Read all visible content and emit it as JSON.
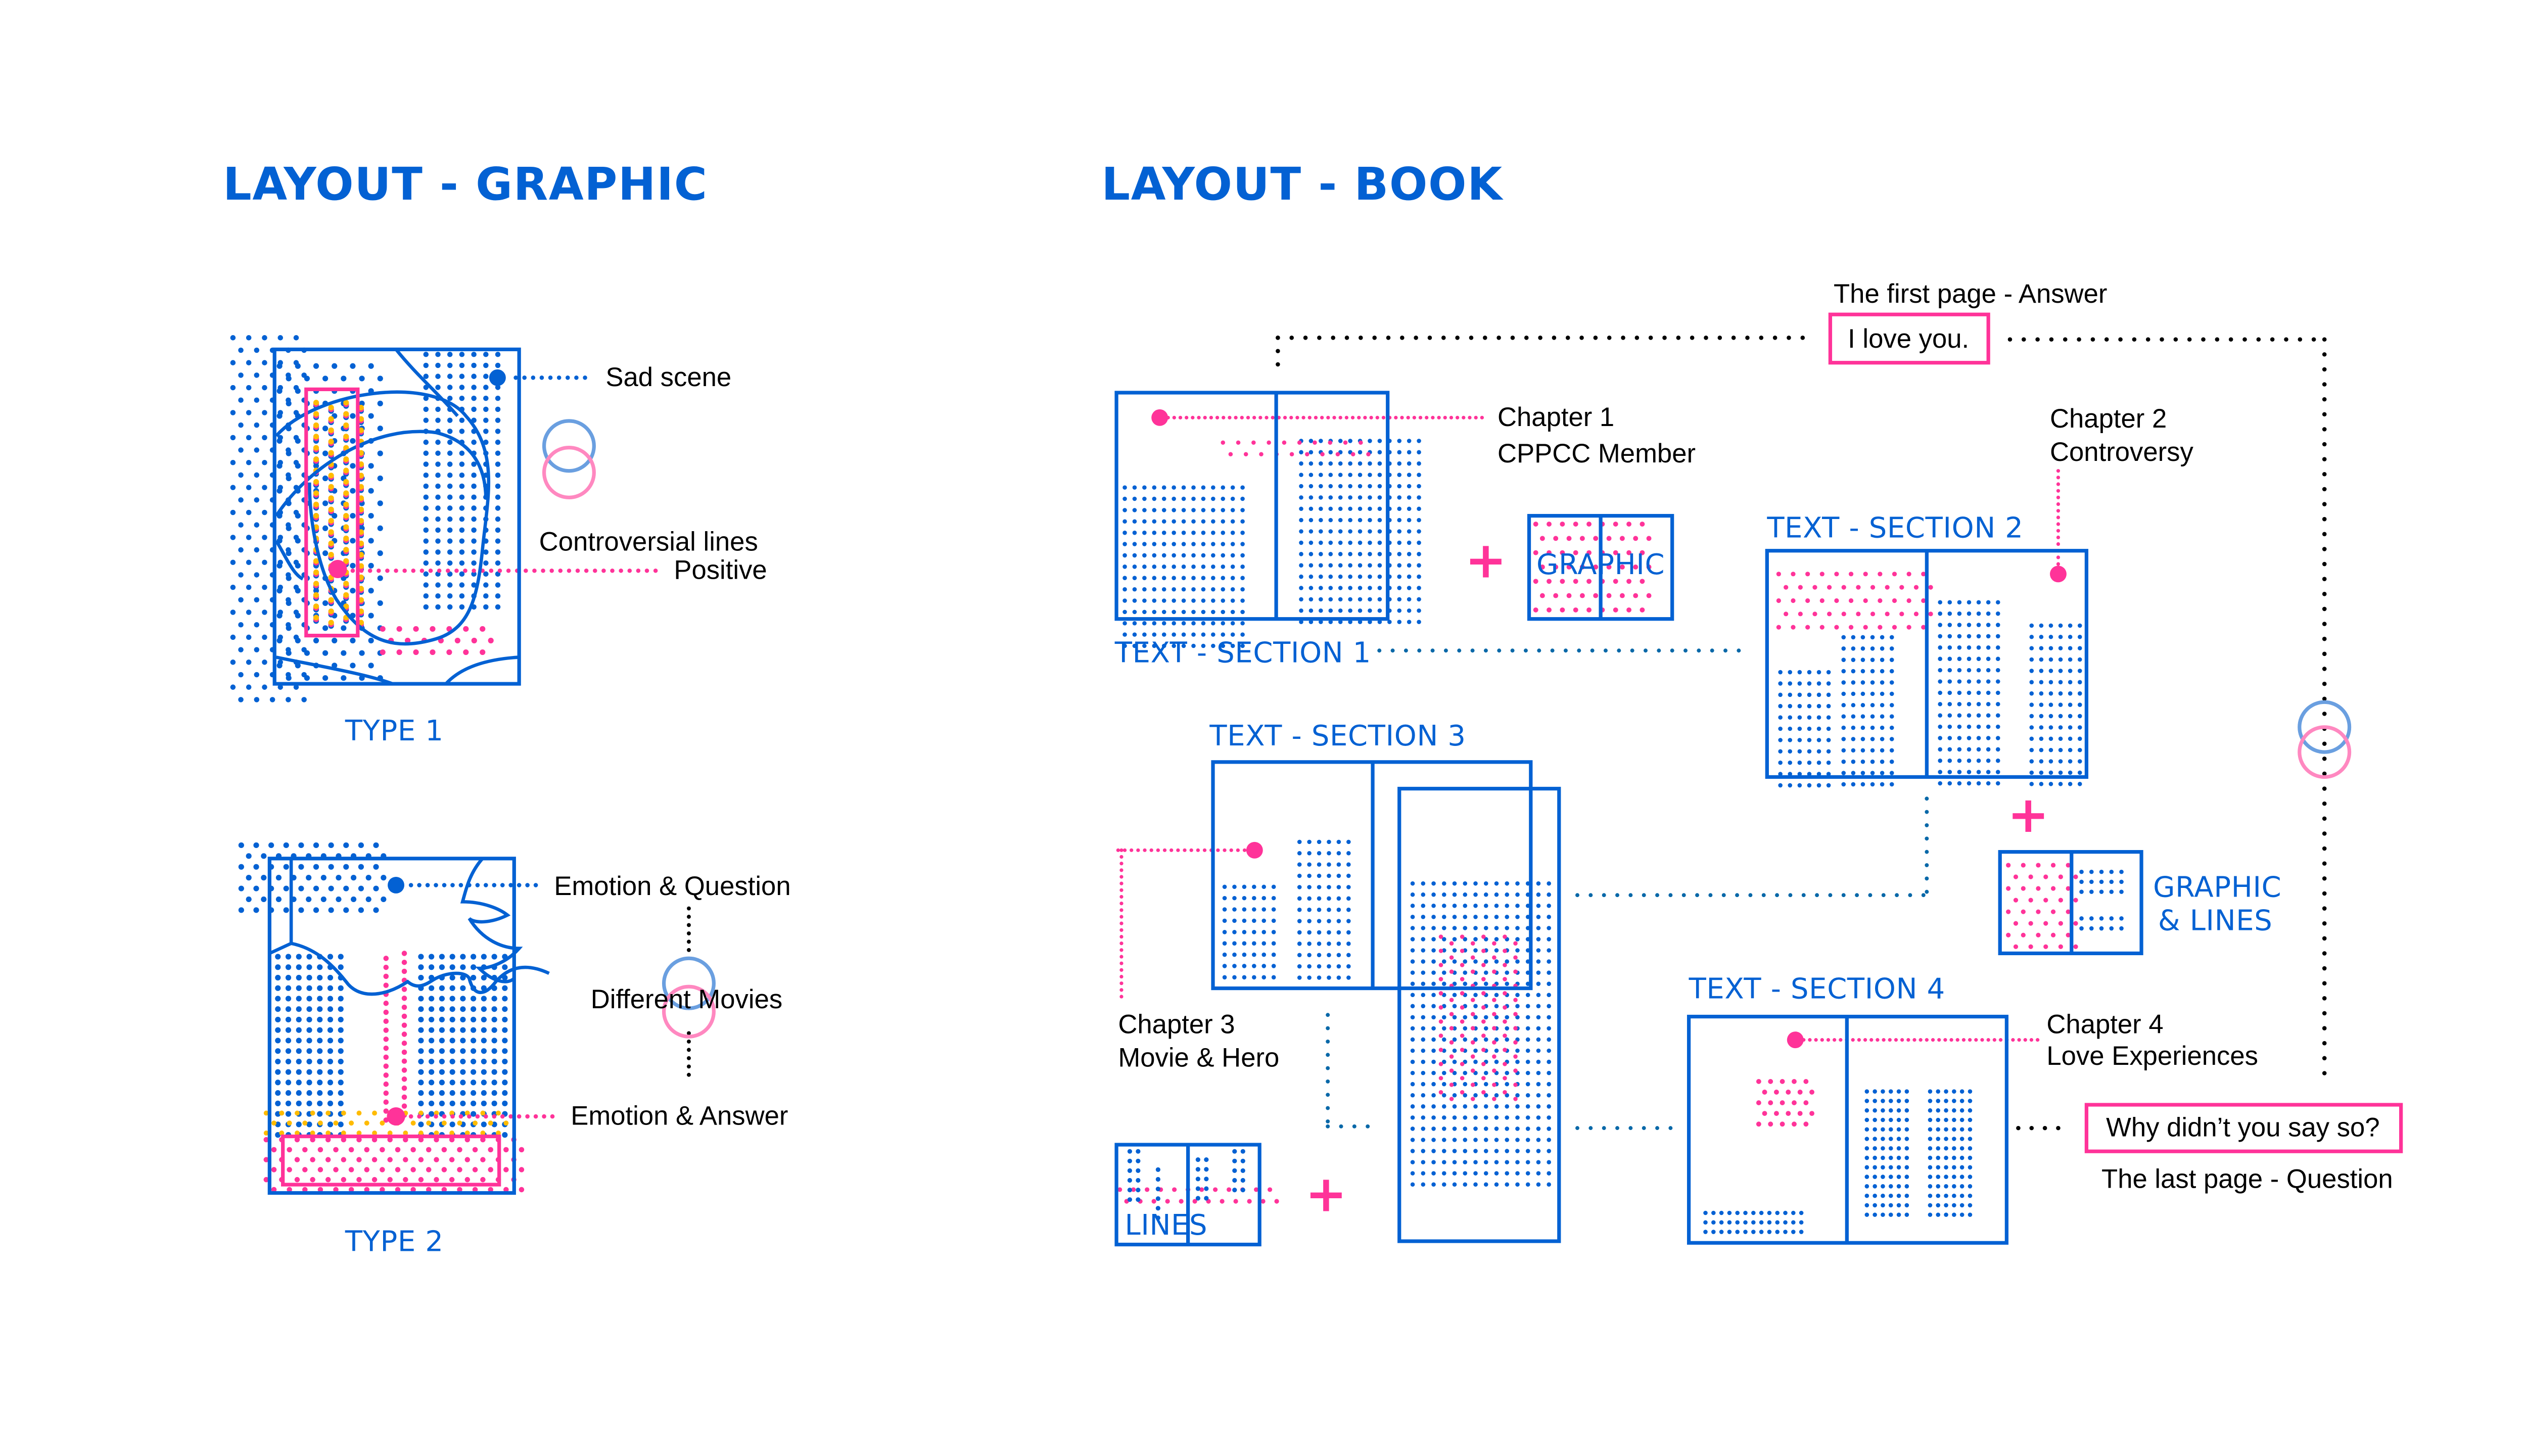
{
  "colors": {
    "blue": "#0361d3",
    "pink": "#ff3399",
    "yellow": "#ffbb00",
    "teal_dots": "#0868a8",
    "black": "#000000",
    "ring_blue": "#6a9fe0",
    "ring_pink": "#ff88c0"
  },
  "graphic": {
    "title": "LAYOUT - GRAPHIC",
    "type1": {
      "label": "TYPE 1",
      "annotations": {
        "sad_scene": "Sad scene",
        "controversial_lines": "Controversial lines",
        "positive": "Positive"
      }
    },
    "type2": {
      "label": "TYPE 2",
      "annotations": {
        "emotion_question": "Emotion & Question",
        "different_movies": "Different Movies",
        "emotion_answer": "Emotion & Answer"
      }
    }
  },
  "book": {
    "title": "LAYOUT - BOOK",
    "first_page": {
      "caption": "The first page - Answer",
      "quote": "I love you."
    },
    "last_page": {
      "caption": "The last page - Question",
      "quote": "Why didn’t you say so?"
    },
    "sections": [
      {
        "label": "TEXT - SECTION 1",
        "chapter": "Chapter 1",
        "subtitle": "CPPCC Member"
      },
      {
        "label": "TEXT - SECTION 2",
        "chapter": "Chapter 2",
        "subtitle": "Controversy"
      },
      {
        "label": "TEXT - SECTION 3",
        "chapter": "Chapter 3",
        "subtitle": "Movie & Hero"
      },
      {
        "label": "TEXT - SECTION 4",
        "chapter": "Chapter 4",
        "subtitle": "Love Experiences"
      }
    ],
    "inserts": {
      "graphic": "GRAPHIC",
      "lines": "LINES",
      "graphic_lines_1": "GRAPHIC",
      "graphic_lines_2": "& LINES",
      "plus": "+"
    }
  }
}
